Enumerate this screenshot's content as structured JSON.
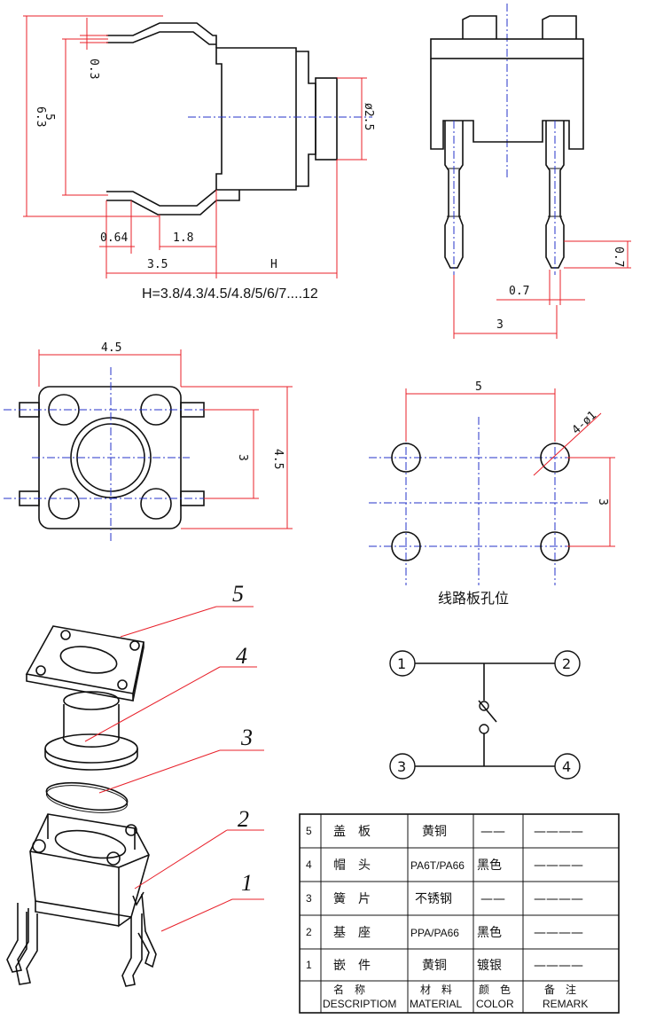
{
  "side_view": {
    "dim_height_total": "6.3",
    "dim_pin_thick": "0.3",
    "dim_pin_span": "5",
    "dim_button_dia": "ø2.5",
    "dim_pin_width": "0.64",
    "dim_pin_offset": "1.8",
    "dim_body_depth": "3.5",
    "dim_height_var": "H",
    "height_note": "H=3.8/4.3/4.5/4.8/5/6/7....12"
  },
  "front_view": {
    "dim_tip": "0.7",
    "dim_pin_w": "0.7",
    "dim_pitch": "3"
  },
  "top_view": {
    "dim_width": "4.5",
    "dim_inner": "3",
    "dim_height": "4.5"
  },
  "pcb_layout": {
    "dim_x": "5",
    "dim_hole": "4-ø1",
    "dim_y": "3",
    "caption": "线路板孔位"
  },
  "schematic": {
    "node1": "1",
    "node2": "2",
    "node3": "3",
    "node4": "4"
  },
  "exploded": {
    "labels": [
      "5",
      "4",
      "3",
      "2",
      "1"
    ]
  },
  "bom": {
    "rows": [
      {
        "no": "5",
        "name": "盖　板",
        "material": "黄铜",
        "color": "——",
        "remark": "————"
      },
      {
        "no": "4",
        "name": "帽　头",
        "material": "PA6T/PA66",
        "color": "黑色",
        "remark": "————"
      },
      {
        "no": "3",
        "name": "簧　片",
        "material": "不锈钢",
        "color": "——",
        "remark": "————"
      },
      {
        "no": "2",
        "name": "基　座",
        "material": "PPA/PA66",
        "color": "黑色",
        "remark": "————"
      },
      {
        "no": "1",
        "name": "嵌　件",
        "material": "黄铜",
        "color": "镀银",
        "remark": "————"
      }
    ],
    "header": {
      "name_cn": "名　称",
      "name_en": "DESCRIPTIOM",
      "material_cn": "材　料",
      "material_en": "MATERIAL",
      "color_cn": "颜　色",
      "color_en": "COLOR",
      "remark_cn": "备　注",
      "remark_en": "REMARK"
    }
  },
  "colors": {
    "outline": "#111111",
    "dimension": "#e8202a",
    "centerline": "#2433c8"
  }
}
